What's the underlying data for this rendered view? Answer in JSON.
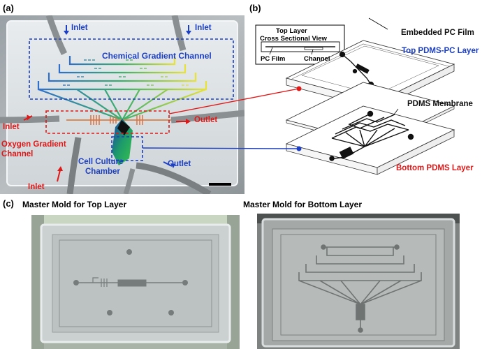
{
  "panels": {
    "a": "(a)",
    "b": "(b)",
    "c": "(c)"
  },
  "panel_a": {
    "inlet_top_left": "Inlet",
    "inlet_top_right": "Inlet",
    "chemical_gradient_channel": "Chemical Gradient Channel",
    "inlet_mid_left": "Inlet",
    "outlet_mid": "Outlet",
    "oxygen_gradient_line1": "Oxygen Gradient",
    "oxygen_gradient_line2": "Channel",
    "cell_culture_line1": "Cell Culture",
    "cell_culture_line2": "Chamber",
    "outlet_bottom": "Outlet",
    "inlet_bottom_left": "Inlet"
  },
  "panel_b": {
    "inset_title_line1": "Top Layer",
    "inset_title_line2": "Cross Sectional View",
    "inset_pc_film": "PC Film",
    "inset_channel": "Channel",
    "embedded_pc_film": "Embedded PC Film",
    "top_pdms_pc_layer": "Top PDMS-PC Layer",
    "pdms_membrane": "PDMS Membrane",
    "bottom_pdms_layer": "Bottom PDMS Layer"
  },
  "panel_c": {
    "caption_top_layer": "Master Mold for Top Layer",
    "caption_bottom_layer": "Master Mold for Bottom Layer"
  },
  "colors": {
    "blue_label": "#1c3fc4",
    "red_label": "#e01818"
  }
}
